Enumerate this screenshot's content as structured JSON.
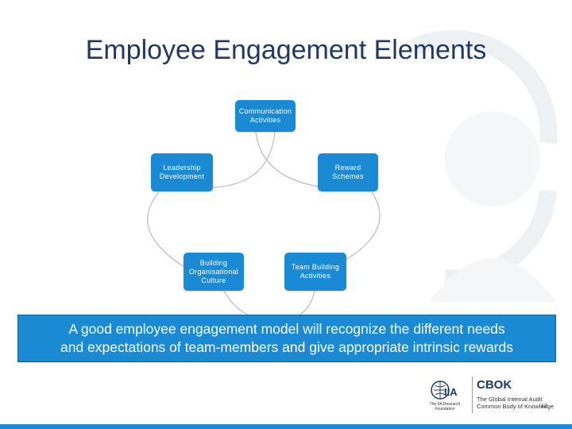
{
  "title": "Employee Engagement Elements",
  "nodes": {
    "communication": [
      "Communication",
      "Activities"
    ],
    "reward": [
      "Reward",
      "Schemes"
    ],
    "leadership": [
      "Leadership",
      "Development"
    ],
    "building": [
      "Building",
      "Organisational",
      "Culture"
    ],
    "team": [
      "Team Building",
      "Activities"
    ]
  },
  "callout": {
    "line1": "A good employee engagement model will recognize the different needs",
    "line2": "and expectations of team-members and give appropriate intrinsic rewards"
  },
  "footer": {
    "iia_text": [
      "The IIA Research",
      "Foundation"
    ],
    "cbok_label": "CBOK",
    "cbok_sub_line1": "The Global Internal Audit",
    "cbok_sub_line2": "Common Body of Knowledge",
    "page_number": "12"
  },
  "colors": {
    "accent": "#1a8ad4",
    "title": "#1f3864",
    "connector": "#b5bcc6"
  }
}
